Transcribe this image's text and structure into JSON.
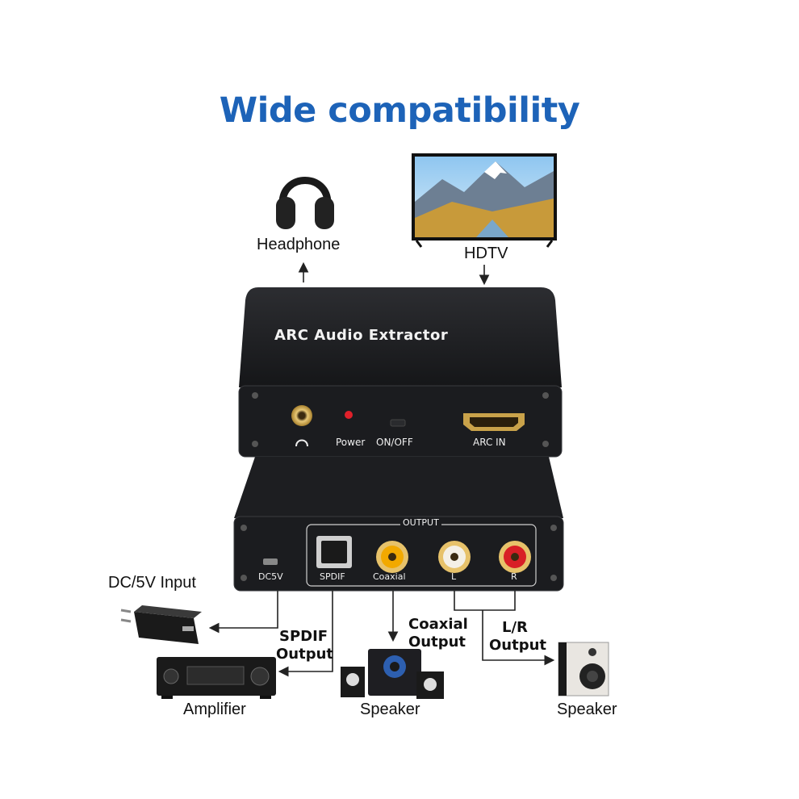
{
  "title": "Wide compatibility",
  "devices": {
    "headphone": "Headphone",
    "hdtv": "HDTV",
    "dc_input": "DC/5V Input",
    "amplifier": "Amplifier",
    "speaker_center": "Speaker",
    "speaker_right": "Speaker"
  },
  "box": {
    "name": "ARC Audio Extractor",
    "front": {
      "power": "Power",
      "switch": "ON/OFF",
      "arc_in": "ARC IN"
    },
    "back": {
      "output": "OUTPUT",
      "dc5v": "DC5V",
      "spdif": "SPDIF",
      "coaxial": "Coaxial",
      "left": "L",
      "right": "R"
    }
  },
  "outputs": {
    "spdif_1": "SPDIF",
    "spdif_2": "Output",
    "coaxial_1": "Coaxial",
    "coaxial_2": "Output",
    "lr_1": "L/R",
    "lr_2": "Output"
  },
  "colors": {
    "title": "#1d63b8",
    "box": "#1b1c1f",
    "gold": "#c9a24a",
    "red_led": "#e0202a",
    "rca_yellow": "#f2a900",
    "rca_red": "#d81f26"
  }
}
